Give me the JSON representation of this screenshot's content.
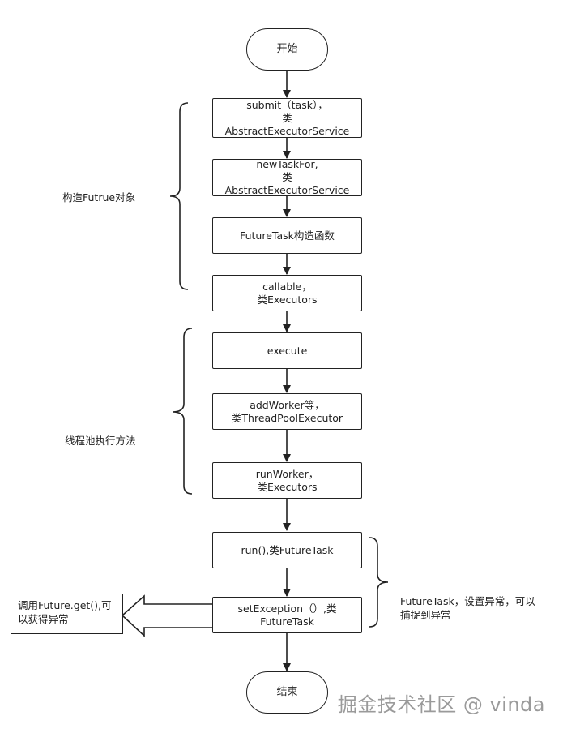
{
  "nodes": {
    "start": "开始",
    "submit": "submit（task），\n类\nAbstractExecutorService",
    "newtaskfor": "newTaskFor,\n类\nAbstractExecutorService",
    "futuretask_ctor": "FutureTask构造函数",
    "callable": "callable，\n类Executors",
    "execute": "execute",
    "addworker": "addWorker等，\n类ThreadPoolExecutor",
    "runworker": "runWorker，\n类Executors",
    "run": "run(),类FutureTask",
    "setexception": "setException（）,类\nFutureTask",
    "end": "结束"
  },
  "groups": {
    "construct": "构造Futrue对象",
    "threadpool": "线程池执行方法",
    "futuretask": "FutureTask，设置异常，可以\n捕捉到异常"
  },
  "note": "调用Future.get(),可\n以获得异常",
  "watermark": "掘金技术社区 @ vinda"
}
